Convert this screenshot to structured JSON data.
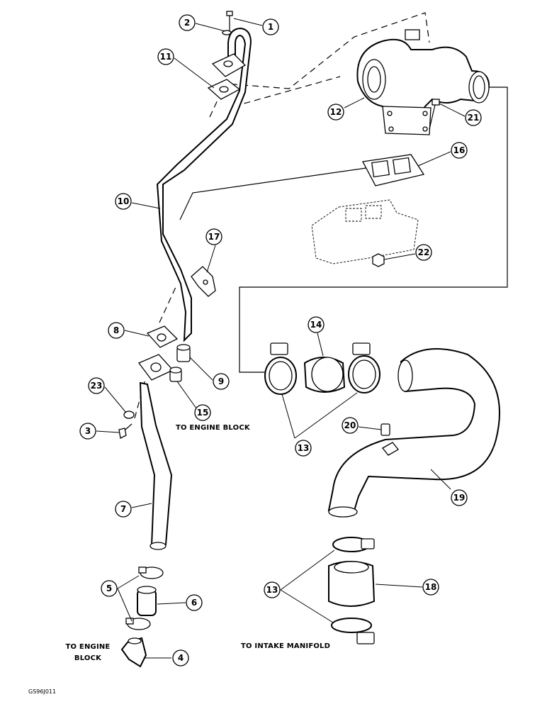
{
  "figure_id": "GS96J011",
  "callouts": [
    {
      "id": "1",
      "label": "1"
    },
    {
      "id": "2",
      "label": "2"
    },
    {
      "id": "3",
      "label": "3"
    },
    {
      "id": "4",
      "label": "4"
    },
    {
      "id": "5",
      "label": "5"
    },
    {
      "id": "6",
      "label": "6"
    },
    {
      "id": "7",
      "label": "7"
    },
    {
      "id": "8",
      "label": "8"
    },
    {
      "id": "9",
      "label": "9"
    },
    {
      "id": "10",
      "label": "10"
    },
    {
      "id": "11",
      "label": "11"
    },
    {
      "id": "12",
      "label": "12"
    },
    {
      "id": "13a",
      "label": "13"
    },
    {
      "id": "13b",
      "label": "13"
    },
    {
      "id": "14",
      "label": "14"
    },
    {
      "id": "15",
      "label": "15"
    },
    {
      "id": "16",
      "label": "16"
    },
    {
      "id": "17",
      "label": "17"
    },
    {
      "id": "18",
      "label": "18"
    },
    {
      "id": "19",
      "label": "19"
    },
    {
      "id": "20",
      "label": "20"
    },
    {
      "id": "21",
      "label": "21"
    },
    {
      "id": "22",
      "label": "22"
    },
    {
      "id": "23",
      "label": "23"
    }
  ],
  "captions": {
    "to_engine_block_mid": "TO ENGINE BLOCK",
    "to_engine_block_bottom_1": "TO ENGINE",
    "to_engine_block_bottom_2": "BLOCK",
    "to_intake_manifold": "TO INTAKE MANIFOLD"
  }
}
